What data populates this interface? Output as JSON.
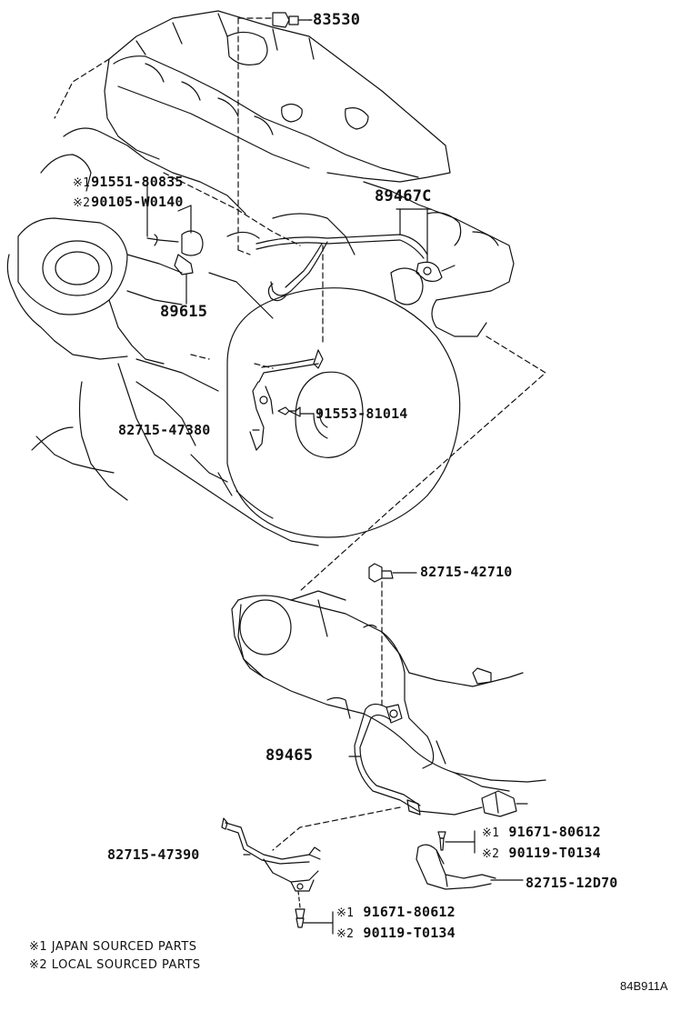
{
  "diagram": {
    "code": "84B911A",
    "parts": {
      "p83530": "83530",
      "p89467C": "89467C",
      "p89615": "89615",
      "p91553": "91553-81014",
      "p82715_47380": "82715-47380",
      "p82715_42710": "82715-42710",
      "p89465": "89465",
      "p82715_47390": "82715-47390",
      "p82715_12D70": "82715-12D70"
    },
    "alt_sets": {
      "upper": {
        "m1": "※1",
        "a1": "91551-80835",
        "m2": "※2",
        "a2": "90105-W0140"
      },
      "right": {
        "m1": "※1",
        "a1": "91671-80612",
        "m2": "※2",
        "a2": "90119-T0134"
      },
      "bottom": {
        "m1": "※1",
        "a1": "91671-80612",
        "m2": "※2",
        "a2": "90119-T0134"
      }
    },
    "notes": {
      "n1": "※1 JAPAN SOURCED PARTS",
      "n2": "※2 LOCAL SOURCED PARTS"
    }
  }
}
